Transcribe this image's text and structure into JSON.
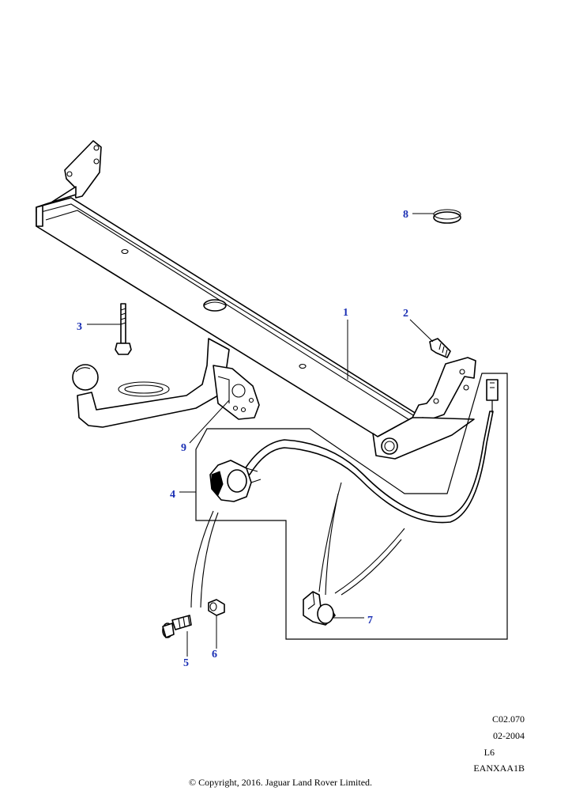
{
  "callouts": [
    {
      "id": "1",
      "label": "1",
      "part": "tow-bar-crossmember"
    },
    {
      "id": "2",
      "label": "2",
      "part": "bolt-short"
    },
    {
      "id": "3",
      "label": "3",
      "part": "bolt-long"
    },
    {
      "id": "4",
      "label": "4",
      "part": "electrical-socket-harness"
    },
    {
      "id": "5",
      "label": "5",
      "part": "socket-bolt"
    },
    {
      "id": "6",
      "label": "6",
      "part": "nut"
    },
    {
      "id": "7",
      "label": "7",
      "part": "harness-clip"
    },
    {
      "id": "8",
      "label": "8",
      "part": "blanking-plug"
    },
    {
      "id": "9",
      "label": "9",
      "part": "socket-mounting-plate"
    }
  ],
  "meta": {
    "code": "C02.070",
    "date": "02-2004",
    "variant": "L6",
    "illustration_id": "EANXAA1B"
  },
  "copyright": "© Copyright, 2016. Jaguar Land Rover Limited.",
  "colors": {
    "callout": "#1a2fb4",
    "line": "#000000",
    "background": "#ffffff"
  }
}
